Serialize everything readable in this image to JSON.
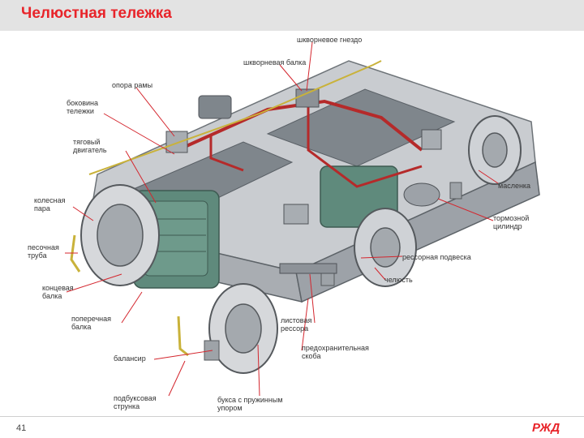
{
  "slide": {
    "title": "Челюстная тележка",
    "page_number": "41",
    "logo_text": "РЖД"
  },
  "colors": {
    "title": "#e8242a",
    "leader_line": "#d4262e",
    "frame": "#b8bcc0",
    "motor": "#5f8a7c",
    "brake_pipe": "#b52a2a"
  },
  "labels": {
    "shkvornevoe_gnezdo": "шкворневое гнездо",
    "shkvornevaya_balka": "шкворневая балка",
    "opora_ramy": "опора рамы",
    "bokovina": "боковина\nтележки",
    "tyagovyi_dvigatel": "тяговый\nдвигатель",
    "kolesnaya_para": "колесная\nпара",
    "pesochnaya_truba": "песочная\nтруба",
    "kontsevaya_balka": "концевая\nбалка",
    "poperechnaya_balka": "поперечная\nбалка",
    "balansir": "балансир",
    "podbuksovaya_struzhka": "подбуксовая\nструнка",
    "buksa": "букса с пружинным\nупором",
    "predohranitelnaya_skoba": "предохранительная\nскоба",
    "listovaya_ressora": "листовая\nрессора",
    "chelyust": "челюсть",
    "ressornaya_podveska": "рессорная подвеска",
    "tormoznoi_tsilindr": "тормозной\nцилиндр",
    "maslenka": "масленка"
  }
}
